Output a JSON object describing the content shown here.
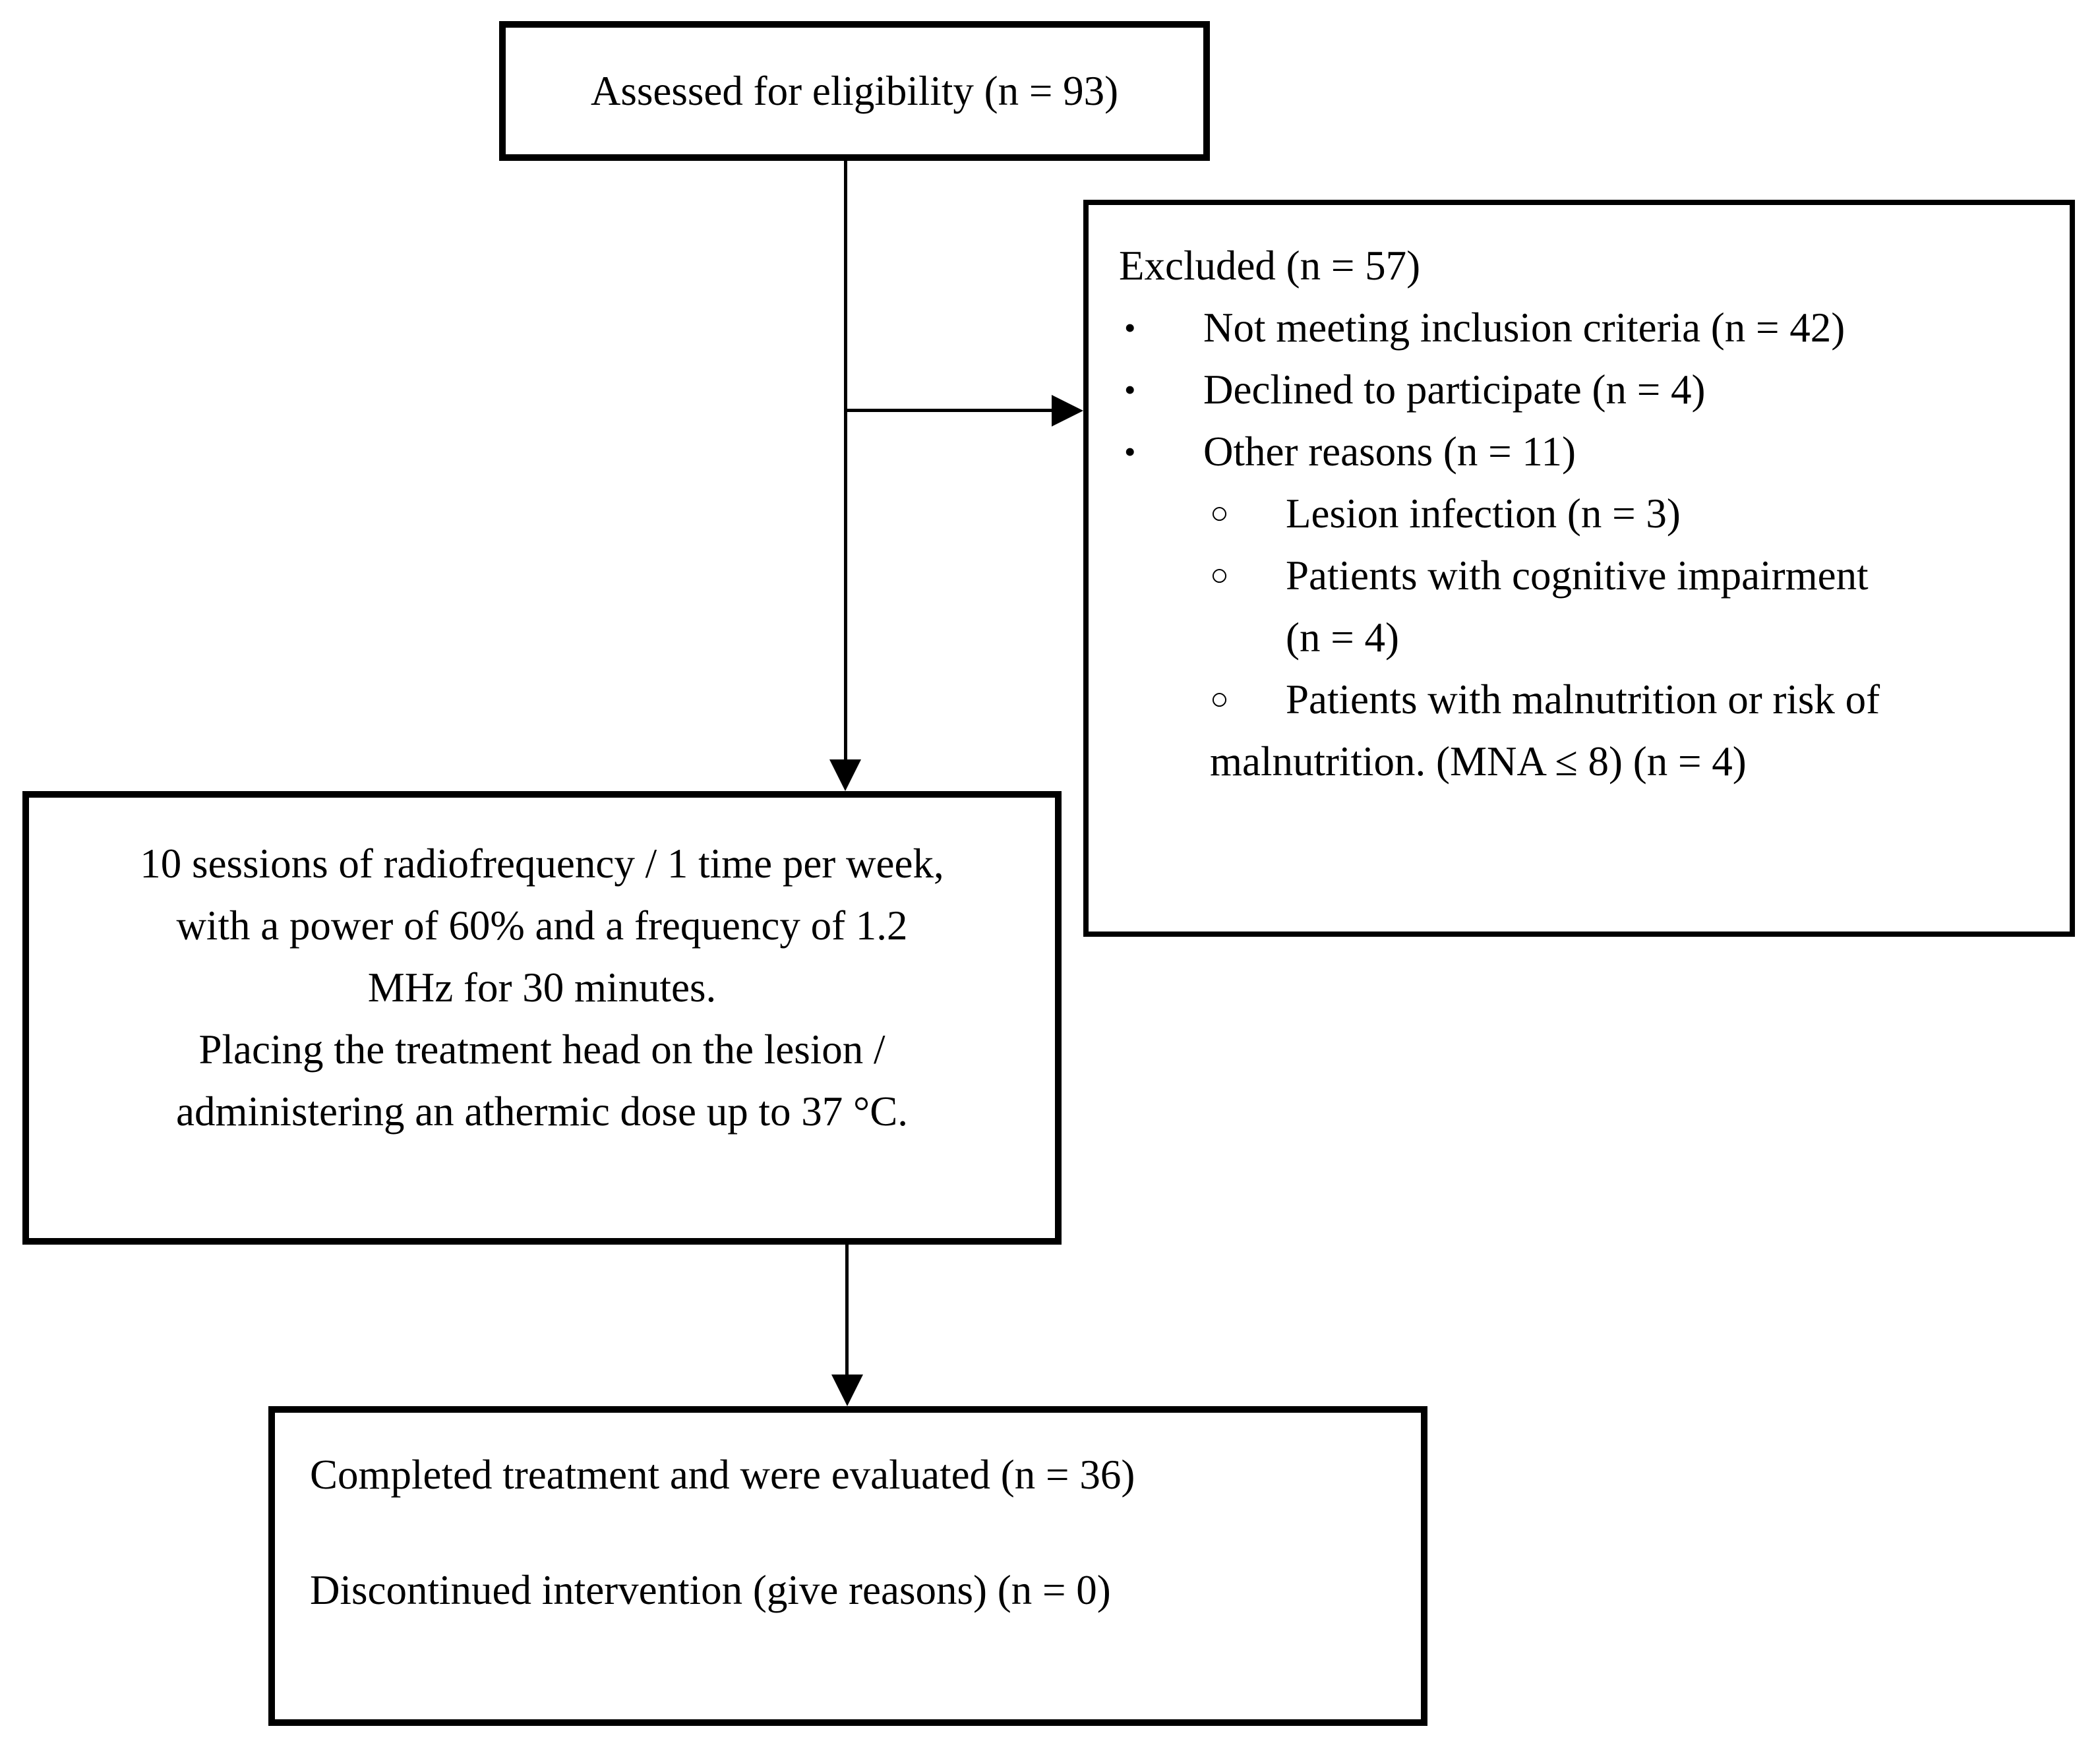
{
  "canvas": {
    "background_color": "#ffffff",
    "line_color": "#000000"
  },
  "boxes": {
    "assessed": {
      "text": "Assessed for eligibility (n = 93)"
    },
    "excluded": {
      "title": "Excluded (n = 57)",
      "items": [
        {
          "level": 1,
          "text": "Not meeting inclusion criteria (n = 42)"
        },
        {
          "level": 1,
          "text": "Declined to participate (n = 4)"
        },
        {
          "level": 1,
          "text": "Other reasons (n = 11)"
        },
        {
          "level": 2,
          "text": "Lesion infection (n = 3)"
        },
        {
          "level": 2,
          "text": "Patients with cognitive impairment"
        },
        {
          "level": "continuation",
          "text": "(n = 4)"
        },
        {
          "level": 2,
          "text": "Patients with malnutrition or risk of"
        },
        {
          "level": "continuation",
          "text": "malnutrition. (MNA ≤ 8) (n = 4)"
        }
      ]
    },
    "intervention": {
      "lines": [
        "10 sessions of radiofrequency / 1 time per week,",
        "with a power of 60% and a frequency of 1.2",
        "MHz for 30 minutes.",
        "Placing the treatment head on the lesion /",
        "administering an athermic dose up to 37 °C."
      ]
    },
    "completed": {
      "lines": [
        "Completed treatment and were evaluated (n = 36)",
        "Discontinued intervention (give reasons) (n = 0)"
      ]
    }
  },
  "icons": {
    "dot": "•",
    "circle": "○"
  }
}
